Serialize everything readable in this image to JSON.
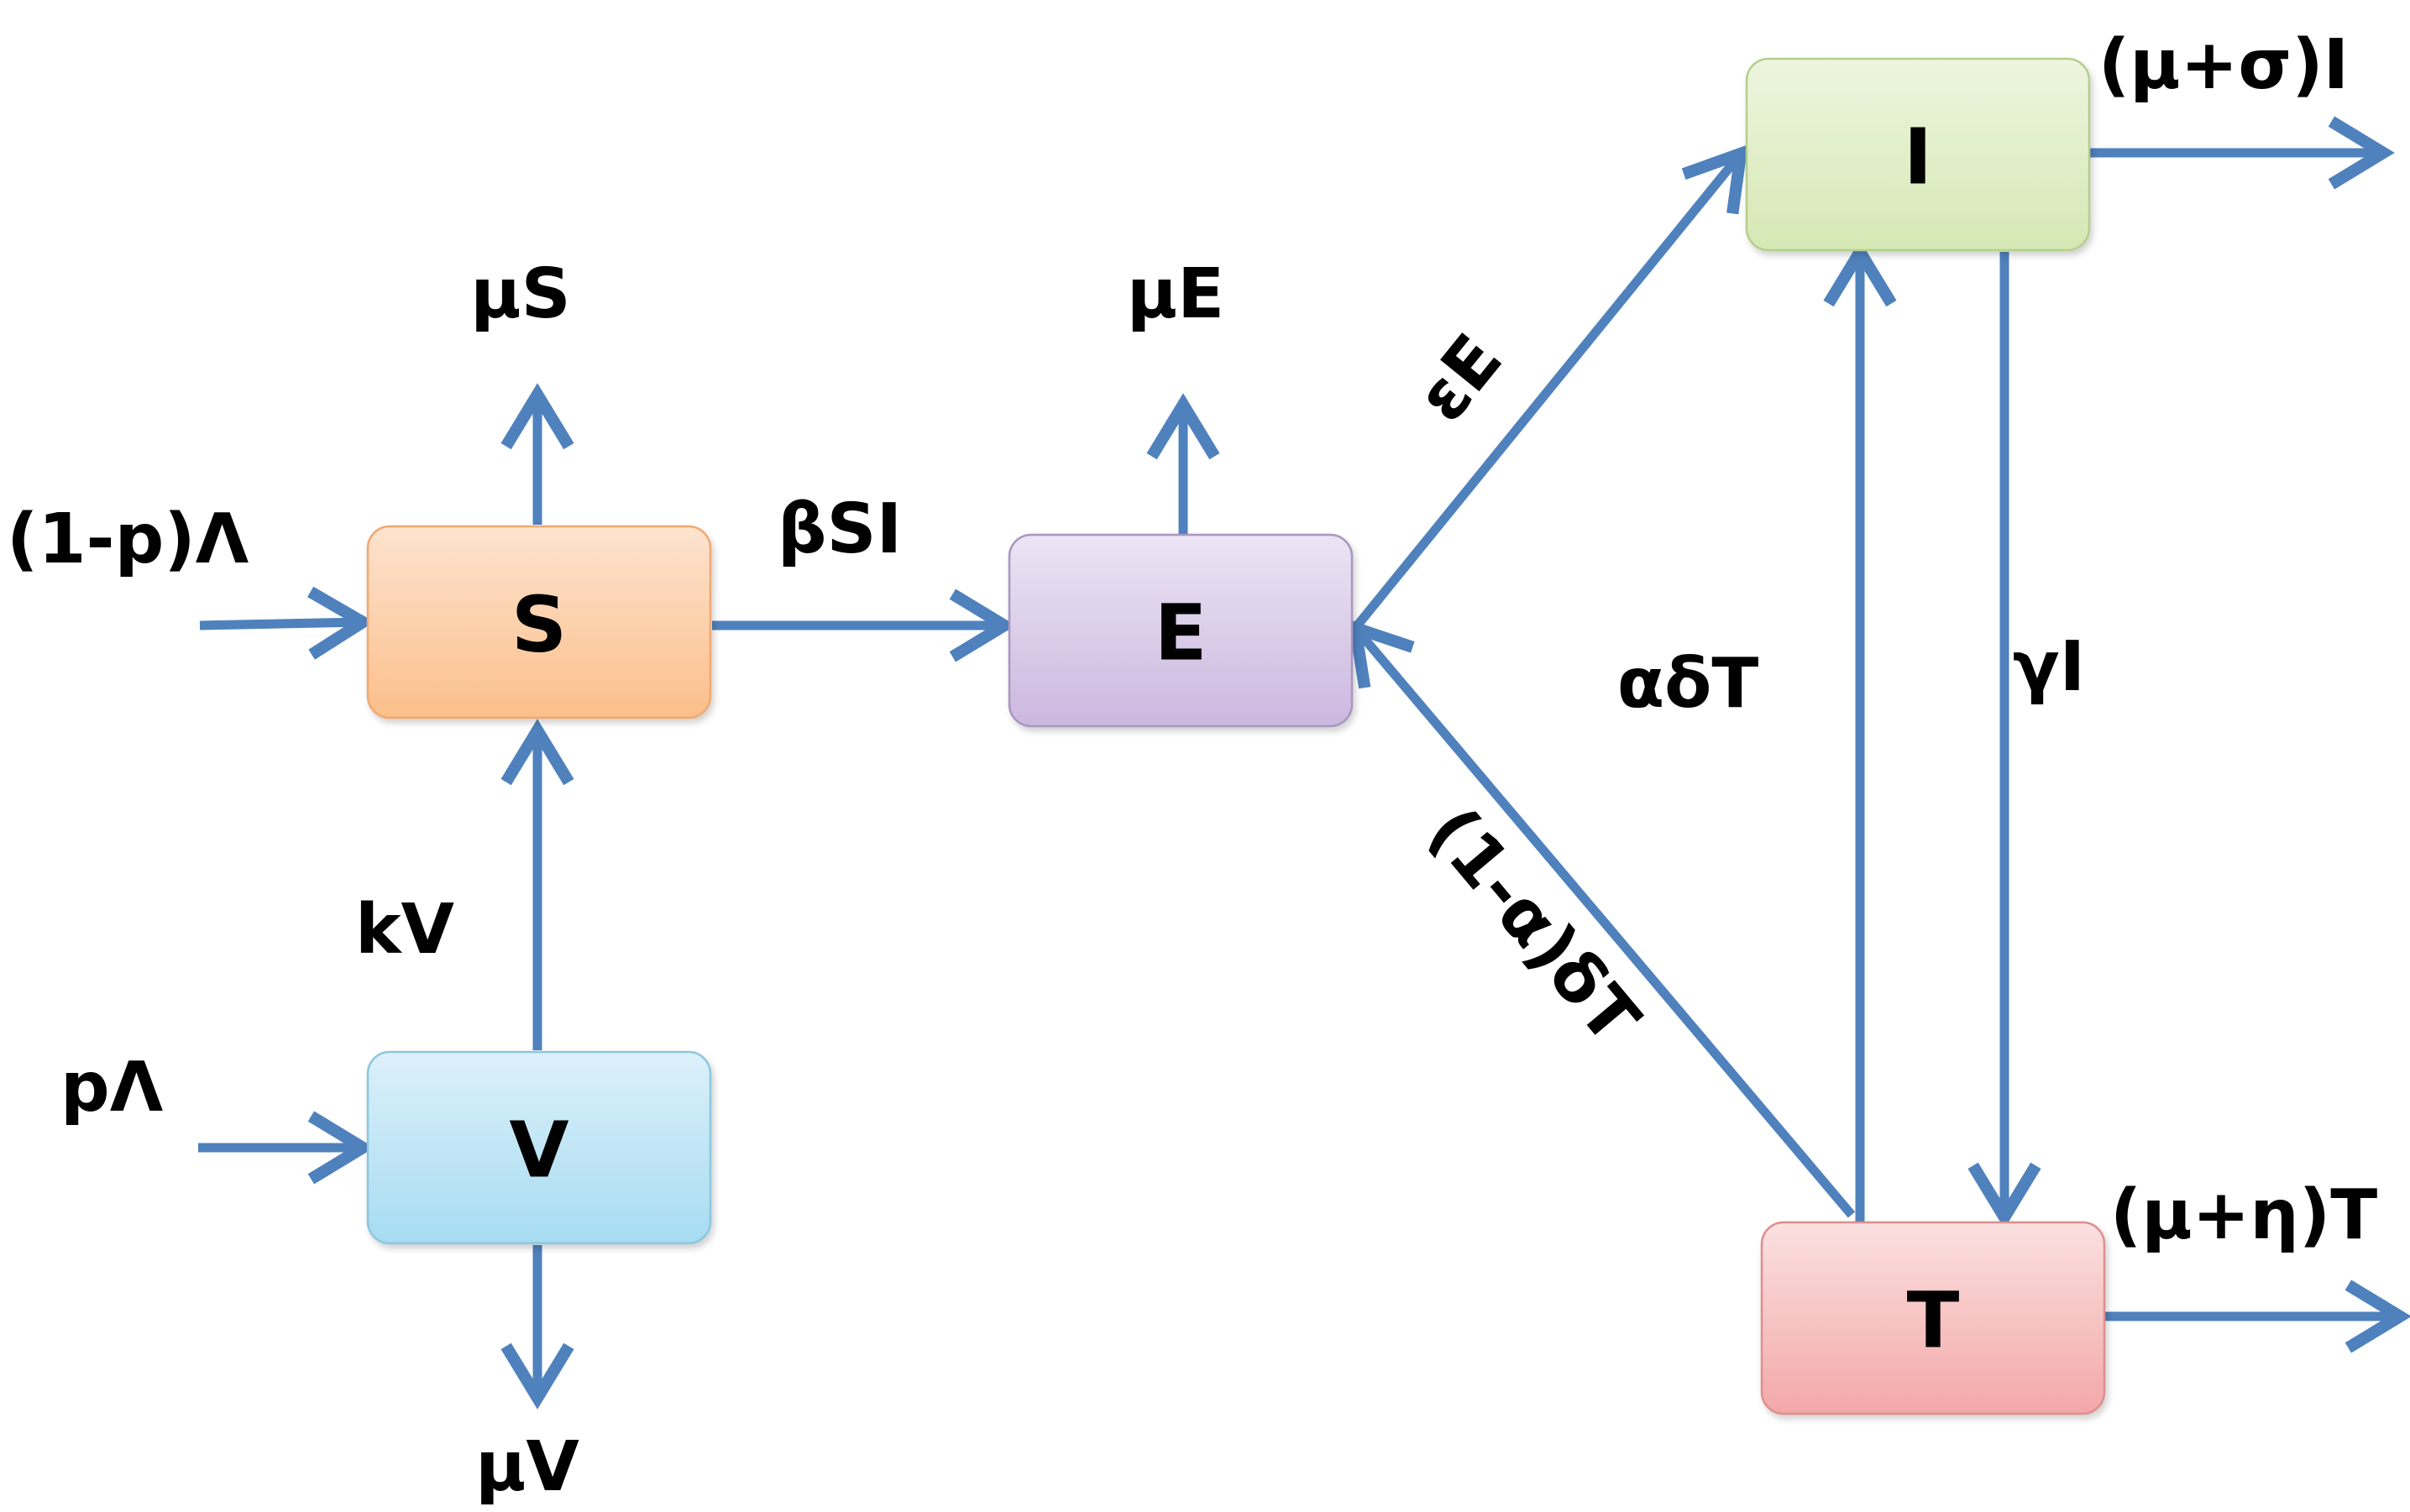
{
  "colors": {
    "arrow": "#4f81bd",
    "text": "#000000"
  },
  "compartments": {
    "S": {
      "label": "S",
      "fill_top": "#fde3cf",
      "fill_bottom": "#fbbf8a",
      "stroke": "#f0a870"
    },
    "E": {
      "label": "E",
      "fill_top": "#ece4f4",
      "fill_bottom": "#cbb8df",
      "stroke": "#a896c0"
    },
    "V": {
      "label": "V",
      "fill_top": "#dcf0fa",
      "fill_bottom": "#a7dcf2",
      "stroke": "#8cc6de"
    },
    "I": {
      "label": "I",
      "fill_top": "#edf5de",
      "fill_bottom": "#d5e8b4",
      "stroke": "#b3cf8c"
    },
    "T": {
      "label": "T",
      "fill_top": "#fbe0e0",
      "fill_bottom": "#f3a8a8",
      "stroke": "#de8e8e"
    }
  },
  "flows": {
    "recruitment_s": "(1-p)Λ",
    "recruitment_v": "pΛ",
    "death_s": "μS",
    "death_e": "μE",
    "death_v": "μV",
    "infection": "βSI",
    "vaccine_waning": "kV",
    "progression": "εE",
    "treatment_success": "αδT",
    "treatment_relapse": "(1-α)δT",
    "treatment_rate": "γI",
    "death_i": "(μ+σ)I",
    "death_t": "(μ+η)T"
  }
}
